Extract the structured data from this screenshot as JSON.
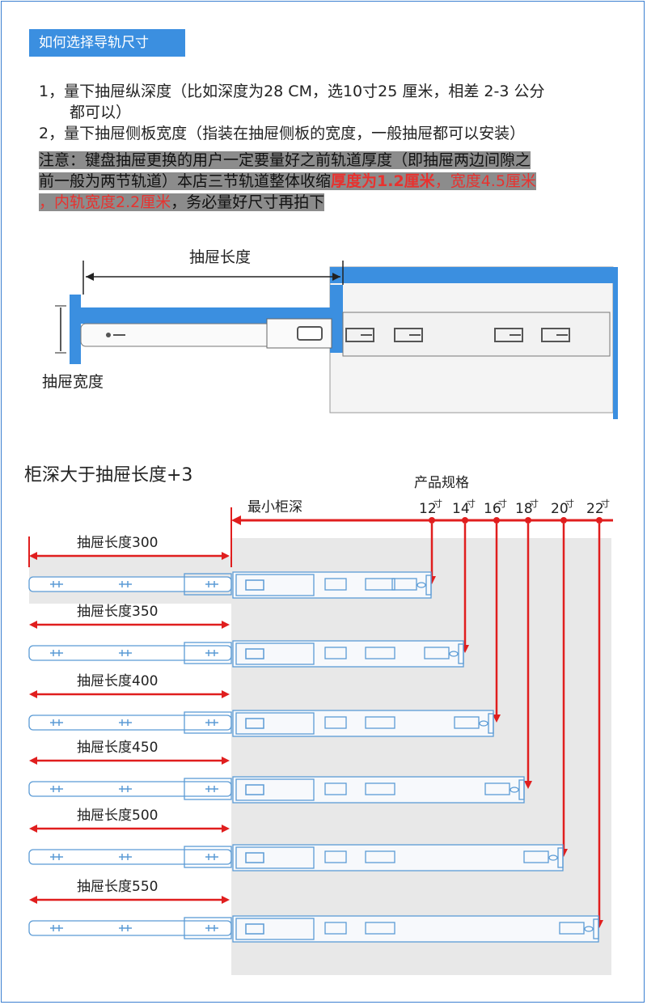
{
  "header": {
    "title": "如何选择导轨尺寸"
  },
  "instructions": {
    "item1_line1": "1，量下抽屉纵深度（比如深度为28 CM，选10寸25 厘米，相差 2-3 公分",
    "item1_line2": "都可以）",
    "item2": "2，量下抽屉侧板宽度（指装在抽屉侧板的宽度，一般抽屉都可以安装）"
  },
  "note": {
    "line1": "注意：键盘抽屉更换的用户一定要量好之前轨道厚度（即抽屉两边间隙之",
    "line2_normal": "前一般为两节轨道）本店三节轨道整体收缩",
    "line2_red_bold": "厚度为1.2厘米",
    "line2_red": "，宽度4.5厘米",
    "line3_red": "，内轨宽度2.2厘米",
    "line3_normal": "，务必量好尺寸再拍下"
  },
  "diagram1": {
    "length_label": "抽屉长度",
    "width_label": "抽屉宽度"
  },
  "diagram2": {
    "heading": "柜深大于抽屉长度+3",
    "spec_label": "产品规格",
    "min_depth_label": "最小柜深",
    "sizes": [
      {
        "num": "12",
        "unit": "寸"
      },
      {
        "num": "14",
        "unit": "寸"
      },
      {
        "num": "16",
        "unit": "寸"
      },
      {
        "num": "18",
        "unit": "寸"
      },
      {
        "num": "20",
        "unit": "寸"
      },
      {
        "num": "22",
        "unit": "寸"
      }
    ],
    "rows": [
      {
        "label": "抽屉长度300"
      },
      {
        "label": "抽屉长度350"
      },
      {
        "label": "抽屉长度400"
      },
      {
        "label": "抽屉长度450"
      },
      {
        "label": "抽屉长度500"
      },
      {
        "label": "抽屉长度550"
      }
    ]
  },
  "colors": {
    "blue": "#3b8fe0",
    "rail": "#5b9bd5",
    "red": "#e01e1e",
    "gray_bg": "#e8e8e8"
  }
}
